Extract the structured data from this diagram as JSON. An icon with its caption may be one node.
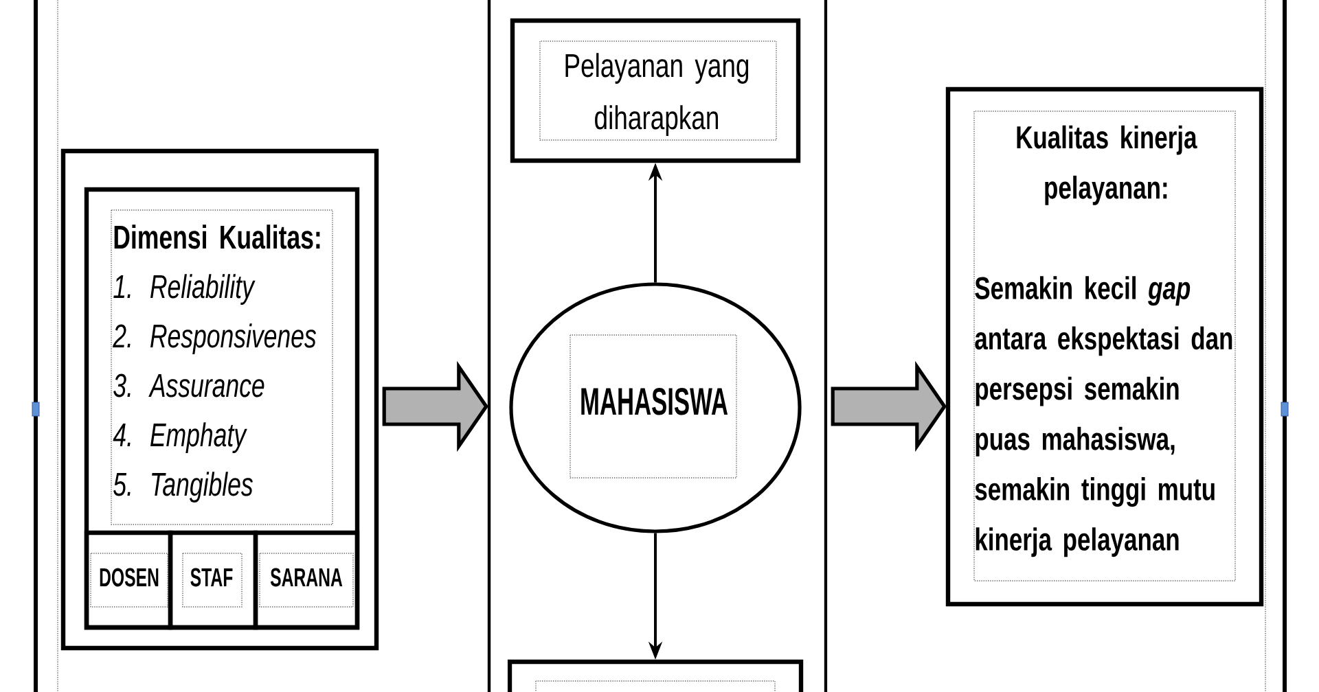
{
  "diagram": {
    "nodes": [
      {
        "text": [],
        "shape": "box"
      },
      {
        "text": [
          "Dimensi Kualitas:",
          "1. Reliability",
          "2. Responsivenes",
          "3. Assurance",
          "4. Emphaty",
          "5. Tangibles"
        ],
        "in": 0
      },
      {
        "text": [
          "DOSEN"
        ],
        "in": 1
      },
      {
        "text": [
          "STAF"
        ],
        "in": 1
      },
      {
        "text": [
          "SARANA"
        ],
        "in": 1
      },
      {
        "text": [],
        "shape": "box"
      },
      {
        "text": [
          "Pelayanan yang diharapkan"
        ],
        "in": 5
      },
      {
        "text": [
          "MAHASISWA"
        ],
        "in": 5
      },
      {
        "text": [],
        "shape": "box",
        "in": 5
      },
      {
        "text": [
          "Kualitas kinerja pelayanan:",
          "Semakin kecil *gap* antara ekspektasi dan persepsi semakin puas mahasiswa, semakin tinggi mutu kinerja pelayanan"
        ]
      }
    ],
    "edges": [
      {
        "from": 0,
        "to": 5,
        "arrow": "to",
        "style": "thick",
        "color": "#b2b2b2"
      },
      {
        "from": 7,
        "to": 6,
        "arrow": "to"
      },
      {
        "from": 7,
        "to": 8,
        "arrow": "to"
      },
      {
        "from": 5,
        "to": 9,
        "arrow": "to",
        "style": "thick",
        "color": "#b2b2b2"
      }
    ]
  }
}
